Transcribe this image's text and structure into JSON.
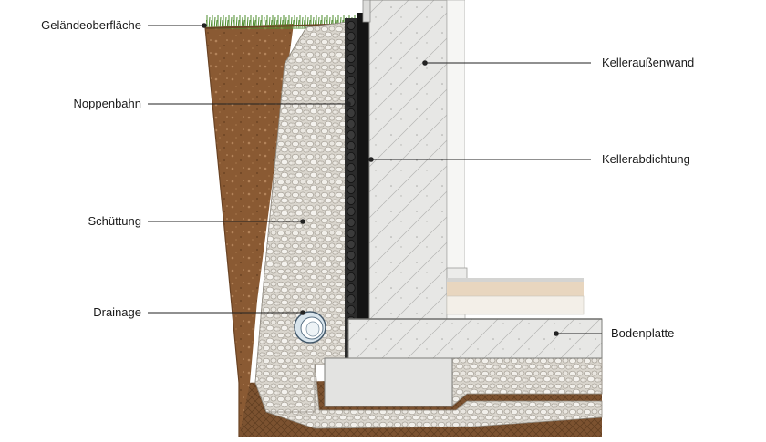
{
  "labels": {
    "gelaendeoberflaeche": "Geländeoberfläche",
    "noppenbahn": "Noppenbahn",
    "schuettung": "Schüttung",
    "drainage": "Drainage",
    "kelleraussenwand": "Kelleraußenwand",
    "kellerabdichtung": "Kellerabdichtung",
    "bodenplatte": "Bodenplatte"
  },
  "colors": {
    "soil": "#8a5a33",
    "gravel": "#e4e1db",
    "concrete": "#e7e7e5",
    "membrane": "#262626",
    "grass": "#5c9a3a",
    "screed": "#e8d6bf"
  }
}
